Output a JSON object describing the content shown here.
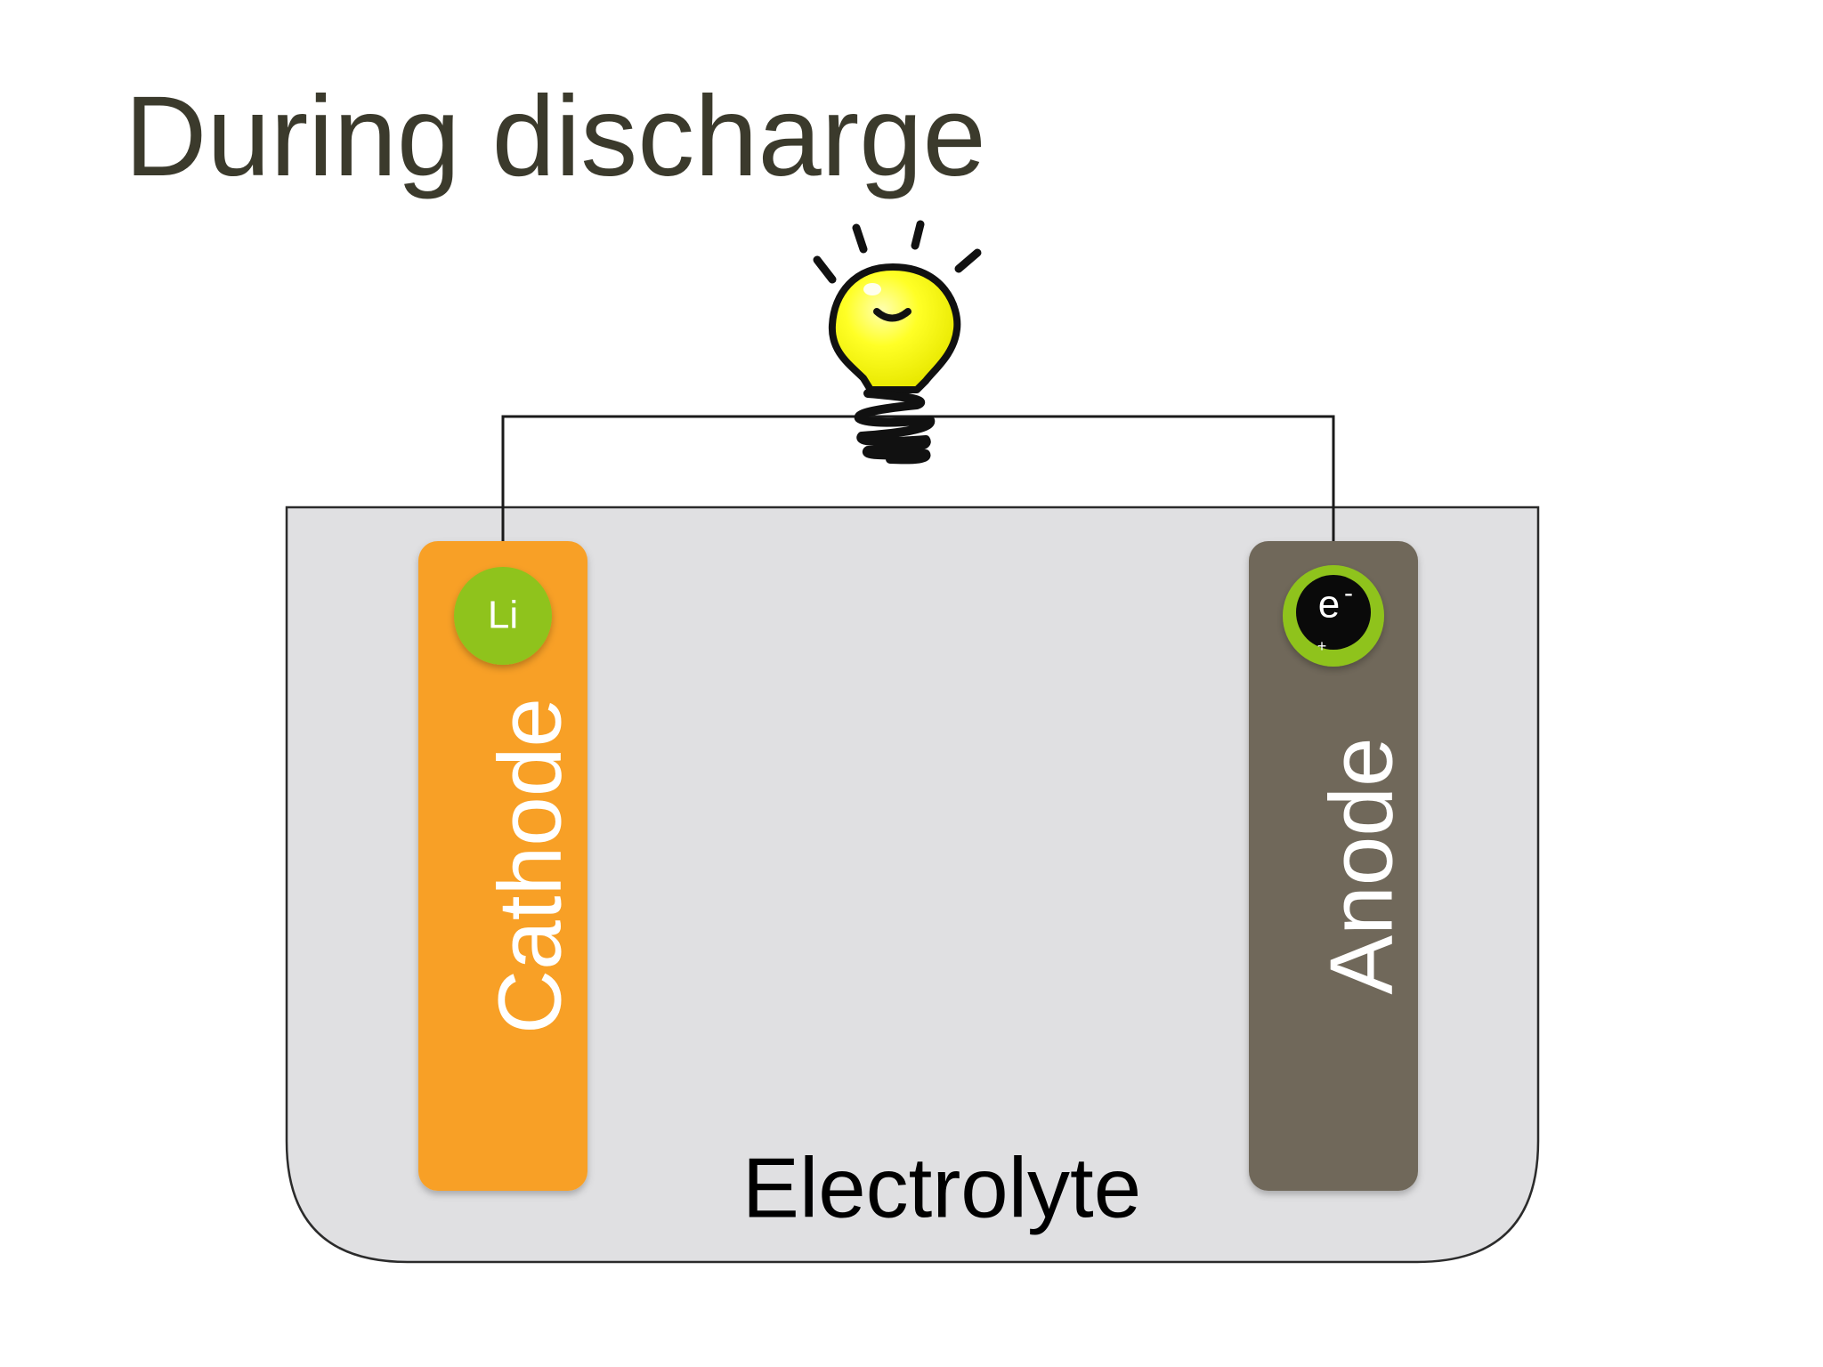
{
  "slide": {
    "title": "During discharge"
  },
  "diagram": {
    "cathode": {
      "label": "Cathode",
      "ion_label": "Li",
      "color": "#f8a025"
    },
    "anode": {
      "label": "Anode",
      "electron_label": "e",
      "electron_sup": "-",
      "charge_label": "+",
      "color": "#70685a"
    },
    "electrolyte": {
      "label": "Electrolyte",
      "color": "#e0e0e2"
    },
    "ion_color": "#8fc31f",
    "bulb_color": "#ffff26",
    "icons": [
      "light-bulb-icon",
      "lithium-ion-icon",
      "electron-icon"
    ]
  }
}
